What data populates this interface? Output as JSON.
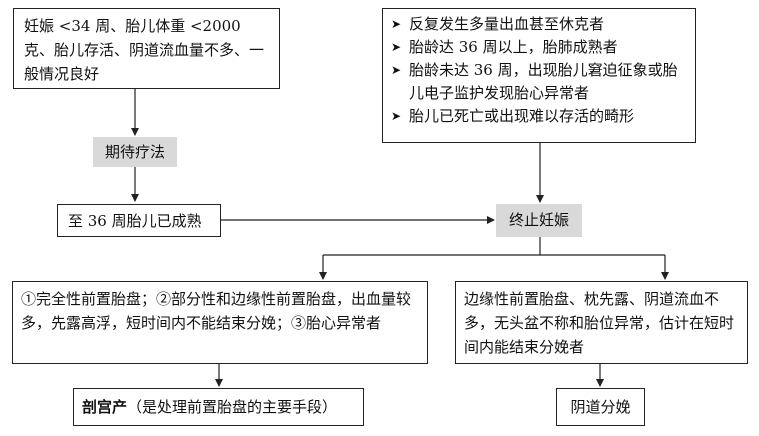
{
  "conditions_box": {
    "text": "妊娠 <34 周、胎儿体重 <2000 克、胎儿存活、阴道流血量不多、一般情况良好"
  },
  "termination_criteria": {
    "items": [
      "反复发生多量出血甚至休克者",
      "胎龄达 36 周以上，胎肺成熟者",
      "胎龄未达 36 周，出现胎儿窘迫征象或胎儿电子监护发现胎心异常者",
      "胎儿已死亡或出现难以存活的畸形"
    ],
    "bullet_icon": "arrowhead-bullet-icon"
  },
  "expectant_therapy": {
    "label": "期待疗法"
  },
  "matured_box": {
    "text": "至 36 周胎儿已成熟"
  },
  "terminate_pregnancy": {
    "label": "终止妊娠"
  },
  "cesarean_indications": {
    "text": "①完全性前置胎盘；②部分性和边缘性前置胎盘，出血量较多，先露高浮，短时间内不能结束分娩；③胎心异常者"
  },
  "vaginal_indications": {
    "text": "边缘性前置胎盘、枕先露、阴道流血不多，无头盆不称和胎位异常，估计在短时间内能结束分娩者"
  },
  "cesarean_result": {
    "bold_part": "剖宫产",
    "rest": "（是处理前置胎盘的主要手段）"
  },
  "vaginal_result": {
    "text": "阴道分娩"
  },
  "colors": {
    "shaded": "#d9d9d9",
    "line": "#222222"
  }
}
